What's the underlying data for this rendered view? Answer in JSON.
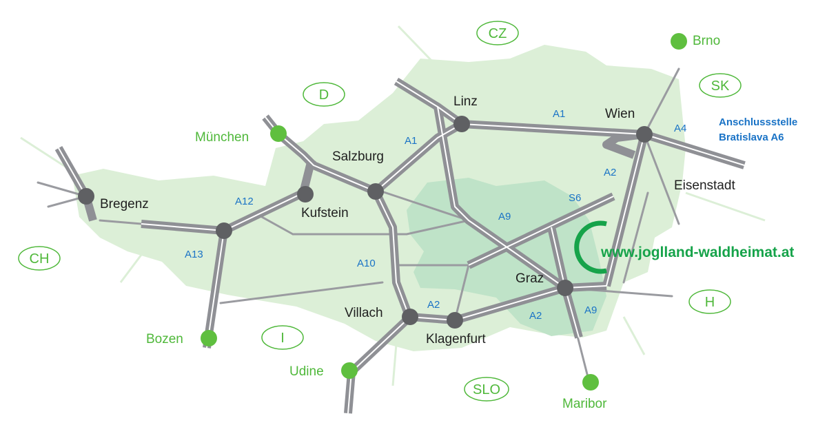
{
  "colors": {
    "austria_fill": "#dcefd7",
    "region_fill": "#bfe3c8",
    "motorway": "#8f9095",
    "motorway_center": "#ffffff",
    "node": "#5f6063",
    "minor_road": "#9a9ba0",
    "external_node": "#5fbf3f",
    "external_text": "#4fb83a",
    "road_label": "#1a73c6",
    "logo": "#16a34a"
  },
  "cities": {
    "linz": "Linz",
    "wien": "Wien",
    "salzburg": "Salzburg",
    "kufstein": "Kufstein",
    "bregenz": "Bregenz",
    "eisenstadt": "Eisenstadt",
    "graz": "Graz",
    "villach": "Villach",
    "klagenfurt": "Klagenfurt"
  },
  "external_cities": {
    "brno": "Brno",
    "muenchen": "München",
    "bozen": "Bozen",
    "udine": "Udine",
    "maribor": "Maribor"
  },
  "countries": {
    "cz": "CZ",
    "sk": "SK",
    "d": "D",
    "ch": "CH",
    "i": "I",
    "slo": "SLO",
    "h": "H"
  },
  "roads": {
    "a1_west": "A1",
    "a1_east": "A1",
    "a4": "A4",
    "a2_north": "A2",
    "s6": "S6",
    "a9_north": "A9",
    "a12": "A12",
    "a13": "A13",
    "a10": "A10",
    "a2_villach": "A2",
    "a2_south": "A2",
    "a9_south": "A9"
  },
  "anschluss": {
    "line1": "Anschlussstelle",
    "line2": "Bratislava A6"
  },
  "website": "www.joglland-waldheimat.at"
}
